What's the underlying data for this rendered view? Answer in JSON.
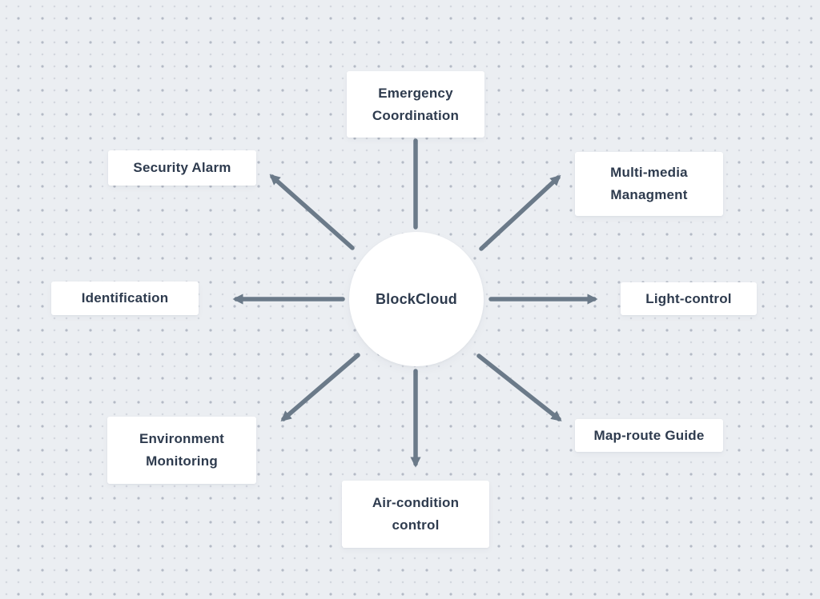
{
  "diagram": {
    "center": {
      "label": "BlockCloud"
    },
    "nodes": [
      {
        "id": "emergency-coordination",
        "label": "Emergency Coordination",
        "position": "top"
      },
      {
        "id": "multi-media-managment",
        "label": "Multi-media Managment",
        "position": "top-right"
      },
      {
        "id": "light-control",
        "label": "Light-control",
        "position": "right"
      },
      {
        "id": "map-route-guide",
        "label": "Map-route Guide",
        "position": "bottom-right"
      },
      {
        "id": "air-condition-control",
        "label": "Air-condition control",
        "position": "bottom"
      },
      {
        "id": "environment-monitoring",
        "label": "Environment Monitoring",
        "position": "bottom-left"
      },
      {
        "id": "identification",
        "label": "Identification",
        "position": "left"
      },
      {
        "id": "security-alarm",
        "label": "Security Alarm",
        "position": "top-left"
      }
    ],
    "colors": {
      "background": "#ebeef2",
      "dot_pattern": "#c7ccd5",
      "arrow": "#6b7a89",
      "text": "#2e3b4e",
      "node_background": "#ffffff"
    }
  }
}
